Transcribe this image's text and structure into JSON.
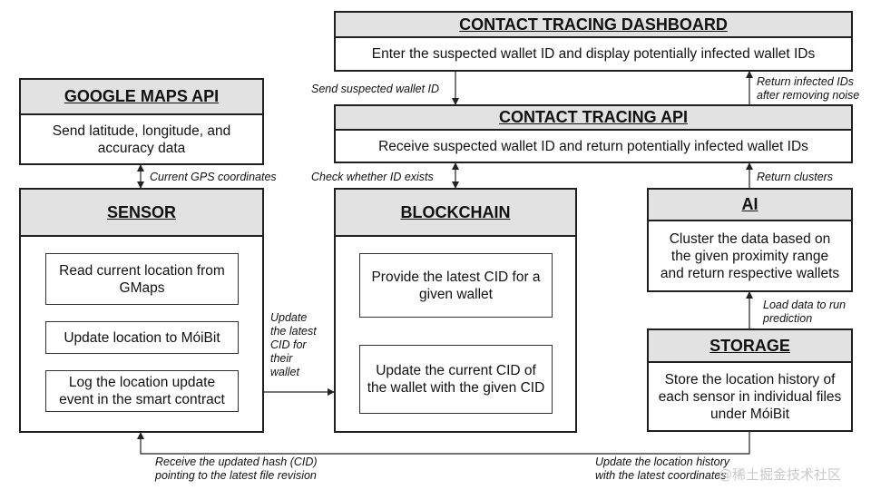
{
  "boxes": {
    "dashboard": {
      "title": "CONTACT TRACING DASHBOARD",
      "body": "Enter the suspected wallet ID and display potentially infected wallet IDs"
    },
    "google": {
      "title": "GOOGLE MAPS API",
      "body": "Send latitude, longitude, and accuracy data"
    },
    "api": {
      "title": "CONTACT TRACING API",
      "body": "Receive suspected wallet ID and return potentially infected wallet IDs"
    },
    "sensor": {
      "title": "SENSOR",
      "items": [
        "Read current location from GMaps",
        "Update location to MóiBit",
        "Log the location update event in the smart contract"
      ]
    },
    "blockchain": {
      "title": "BLOCKCHAIN",
      "items": [
        "Provide the latest CID for a given wallet",
        "Update the current CID of the wallet with the given CID"
      ]
    },
    "ai": {
      "title": "AI",
      "body": "Cluster the data based on the given proximity range and return respective wallets"
    },
    "storage": {
      "title": "STORAGE",
      "body": "Store the location history of each sensor in individual files under MóiBit"
    }
  },
  "labels": {
    "send_suspected": "Send suspected wallet ID",
    "return_infected": "Return infected IDs after removing noise",
    "gps": "Current GPS coordinates",
    "check_id": "Check whether ID exists",
    "return_clusters": "Return clusters",
    "load_data": "Load data to run prediction",
    "update_cid": "Update the latest CID for their wallet",
    "receive_hash": "Receive the updated hash (CID) pointing to the latest file revision",
    "update_history": "Update the location history with the latest coordinates"
  },
  "watermark": "@稀土掘金技术社区"
}
